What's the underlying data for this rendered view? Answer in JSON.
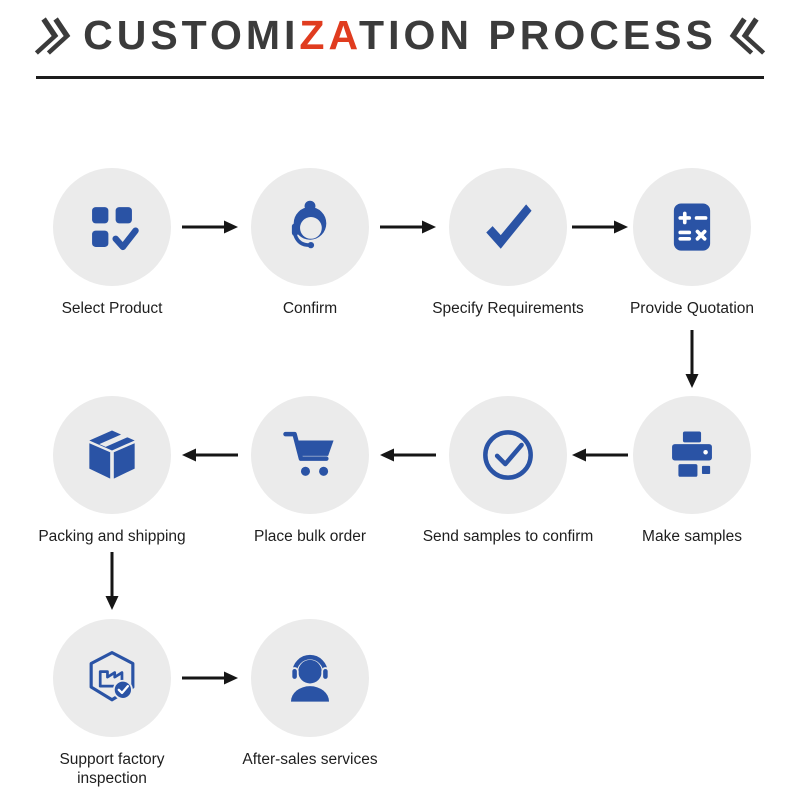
{
  "title": {
    "pre": "CUSTOMI",
    "accent": "ZA",
    "post": "TION PROCESS"
  },
  "colors": {
    "icon_blue": "#2a53a5",
    "circle_bg": "#ebebeb",
    "title_accent": "#e03c1f",
    "title_text": "#3b3b3b",
    "arrow": "#161616",
    "text": "#1e1e1e",
    "rule": "#1c1c1c"
  },
  "steps": [
    {
      "label": "Select Product",
      "icon": "product-grid-check-icon"
    },
    {
      "label": "Confirm",
      "icon": "support-agent-icon"
    },
    {
      "label": "Specify Requirements",
      "icon": "checkmark-icon"
    },
    {
      "label": "Provide Quotation",
      "icon": "calculator-icon"
    },
    {
      "label": "Make samples",
      "icon": "printer-icon"
    },
    {
      "label": "Send samples to confirm",
      "icon": "circle-check-icon"
    },
    {
      "label": "Place bulk order",
      "icon": "shopping-cart-icon"
    },
    {
      "label": "Packing and shipping",
      "icon": "package-box-icon"
    },
    {
      "label": "Support factory inspection",
      "icon": "factory-inspection-icon"
    },
    {
      "label": "After-sales services",
      "icon": "headset-person-icon"
    }
  ]
}
